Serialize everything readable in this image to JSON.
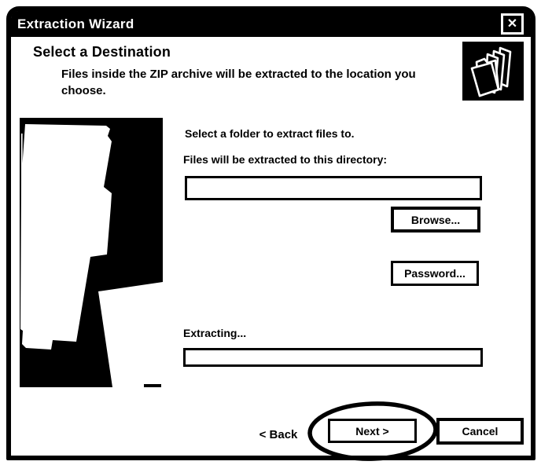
{
  "titlebar": {
    "title": "Extraction Wizard"
  },
  "icons": {
    "close": "✕",
    "folder_stack": "folder-stack-icon"
  },
  "header": {
    "title": "Select a Destination",
    "subtitle": "Files inside the ZIP archive will be extracted to the location you choose."
  },
  "form": {
    "instruction": "Select a folder to extract files to.",
    "directory_label": "Files will be extracted to this directory:",
    "directory_input": {
      "value": "",
      "placeholder": ""
    },
    "browse_label": "Browse...",
    "password_label": "Password...",
    "extracting_label": "Extracting...",
    "progress": {
      "percent": 0
    }
  },
  "footer": {
    "back_label": "< Back",
    "next_label": "Next >",
    "cancel_label": "Cancel"
  },
  "colors": {
    "fg": "#000000",
    "bg": "#ffffff"
  }
}
